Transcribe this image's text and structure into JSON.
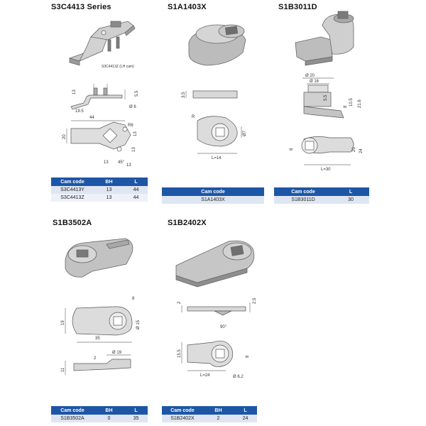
{
  "panels": [
    {
      "title": "S3C4413 Series",
      "iso_caption": "S3C4413Z (LH cam)",
      "dims": {
        "d1": "13",
        "d2": "5.5",
        "d3": "19.5",
        "d4": "Ø 6",
        "d5": "44",
        "d6": "20",
        "d7": "R6",
        "d8": "13",
        "d9": "13",
        "d10": "13",
        "d11": "45°",
        "d12": "13"
      },
      "table": {
        "headers": [
          "Cam code",
          "BH",
          "L"
        ],
        "rows": [
          [
            "S3C4413Y",
            "13",
            "44"
          ],
          [
            "S3C4413Z",
            "13",
            "44"
          ]
        ]
      }
    },
    {
      "title": "S1A1403X",
      "dims": {
        "d1": "3.5",
        "d2": "R",
        "d3": "Ø7",
        "d4": "L=14"
      },
      "table": {
        "headers": [
          "Cam code"
        ],
        "rows": [
          [
            "S1A1403X"
          ]
        ]
      }
    },
    {
      "title": "S1B3011D",
      "dims": {
        "d1": "Ø 20",
        "d2": "Ø 16",
        "d3": "5.5",
        "d4": "8",
        "d5": "10.5",
        "d6": "21.6",
        "d7": "8",
        "d8": "20",
        "d9": "24",
        "d10": "L=30"
      },
      "table": {
        "headers": [
          "Cam code",
          "L"
        ],
        "rows": [
          [
            "S1B3011D",
            "30"
          ]
        ]
      }
    },
    {
      "title": "S1B3502A",
      "dims": {
        "d1": "8",
        "d2": "19",
        "d3": "Ø 15",
        "d4": "35",
        "d5": "Ø 19",
        "d6": "2",
        "d7": "11"
      },
      "table": {
        "headers": [
          "Cam code",
          "BH",
          "L"
        ],
        "rows": [
          [
            "S1B3502A",
            "0",
            "35"
          ]
        ]
      }
    },
    {
      "title": "S1B2402X",
      "dims": {
        "d1": "2",
        "d2": "2.5",
        "d3": "90°",
        "d4": "15.5",
        "d5": "8",
        "d6": "L=24",
        "d7": "Ø 6.2"
      },
      "table": {
        "headers": [
          "Cam code",
          "BH",
          "L"
        ],
        "rows": [
          [
            "S1B2402X",
            "2",
            "24"
          ]
        ]
      }
    }
  ]
}
